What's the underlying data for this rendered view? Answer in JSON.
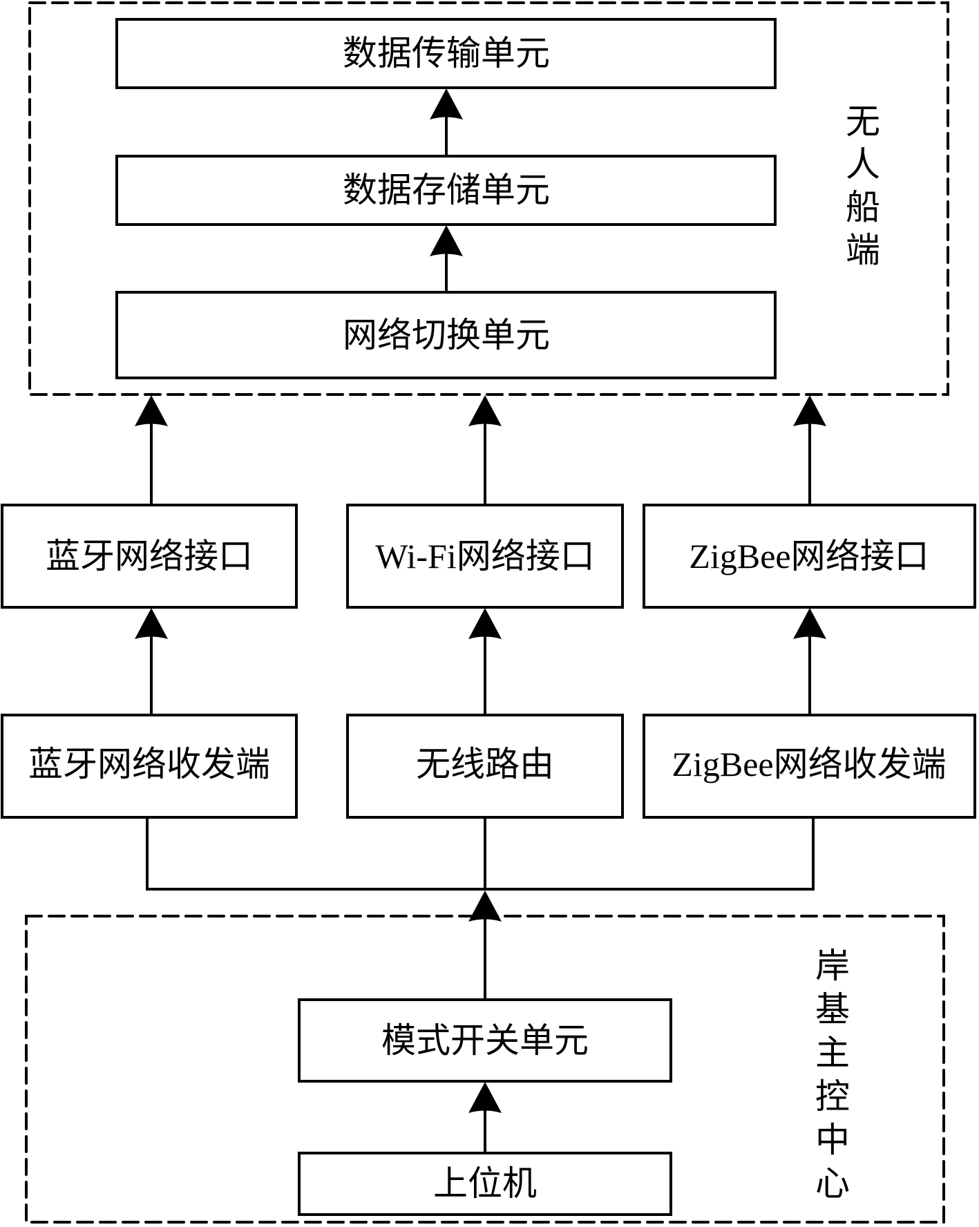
{
  "diagram": {
    "groups": {
      "ship": {
        "label": "无人船端"
      },
      "shore": {
        "label": "岸基主控中心"
      }
    },
    "nodes": {
      "data_transmission": {
        "label": "数据传输单元"
      },
      "data_storage": {
        "label": "数据存储单元"
      },
      "network_switch": {
        "label": "网络切换单元"
      },
      "bluetooth_interface": {
        "label": "蓝牙网络接口"
      },
      "wifi_interface": {
        "label": "Wi-Fi网络接口"
      },
      "zigbee_interface": {
        "label": "ZigBee网络接口"
      },
      "bluetooth_transceiver": {
        "label": "蓝牙网络收发端"
      },
      "wireless_router": {
        "label": "无线路由"
      },
      "zigbee_transceiver": {
        "label": "ZigBee网络收发端"
      },
      "mode_switch": {
        "label": "模式开关单元"
      },
      "host_computer": {
        "label": "上位机"
      }
    },
    "edges": [
      {
        "from": "data_storage",
        "to": "data_transmission"
      },
      {
        "from": "network_switch",
        "to": "data_storage"
      },
      {
        "from": "bluetooth_interface",
        "to": "network_switch"
      },
      {
        "from": "wifi_interface",
        "to": "network_switch"
      },
      {
        "from": "zigbee_interface",
        "to": "network_switch"
      },
      {
        "from": "bluetooth_transceiver",
        "to": "bluetooth_interface"
      },
      {
        "from": "wireless_router",
        "to": "wifi_interface"
      },
      {
        "from": "zigbee_transceiver",
        "to": "zigbee_interface"
      },
      {
        "from": "mode_switch",
        "to": [
          "bluetooth_transceiver",
          "wireless_router",
          "zigbee_transceiver"
        ]
      },
      {
        "from": "host_computer",
        "to": "mode_switch"
      }
    ],
    "colors": {
      "stroke": "#000000",
      "background": "#ffffff"
    }
  }
}
